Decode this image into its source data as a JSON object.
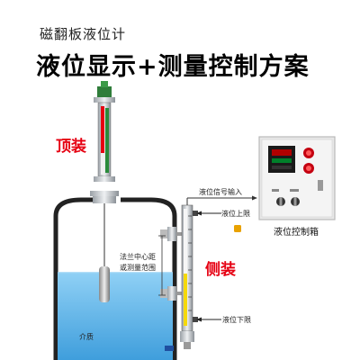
{
  "header": {
    "subtitle": "磁翻板液位计",
    "headline": "液位显示+测量控制方案"
  },
  "labels": {
    "top_mount": "顶装",
    "side_mount": "侧装",
    "signal_input": "液位信号输入",
    "upper_limit": "液位上限",
    "lower_limit": "液位下限",
    "flange_note_line1": "法兰中心距",
    "flange_note_line2": "或测量范围",
    "medium": "介质",
    "controller": "液位控制箱"
  },
  "colors": {
    "accent_red": "#e60012",
    "water_blue": "#5bb8f0",
    "indicator_yellow": "#f5d90a",
    "cabinet_gray": "#e8e8e8"
  }
}
